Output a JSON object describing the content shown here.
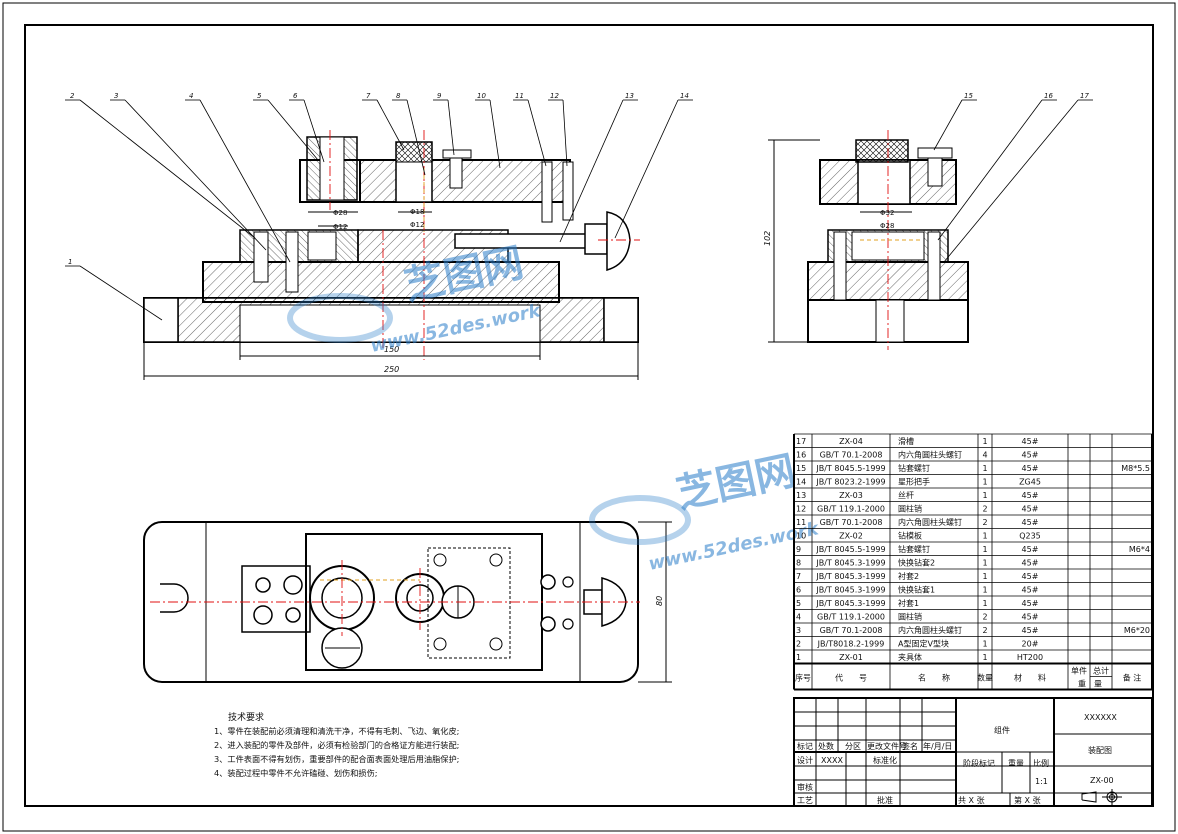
{
  "balloons": {
    "front": [
      "2",
      "3",
      "4",
      "5",
      "6",
      "7",
      "8",
      "9",
      "10",
      "11",
      "12",
      "13",
      "14"
    ],
    "side": [
      "15",
      "16",
      "17"
    ],
    "part1": "1"
  },
  "dims": {
    "d150": "150",
    "d250": "250",
    "d80": "80",
    "d102": "102",
    "dia_a": "Φ28",
    "dia_b": "Φ18",
    "dia_c": "Φ12",
    "dia_d": "Φ32",
    "dia_e": "Φ28",
    "dia_f": "Φ12"
  },
  "watermark": {
    "cn": "芝图网",
    "url": "www.52des.work"
  },
  "tech": {
    "title": "技术要求",
    "lines": [
      "1、零件在装配前必须清理和清洗干净，不得有毛刺、飞边、氧化皮;",
      "2、进入装配的零件及部件，必须有检验部门的合格证方能进行装配;",
      "3、工件表面不得有划伤，重要部件的配合面表面处理后用油脂保护;",
      "4、装配过程中零件不允许磕碰、划伤和损伤;"
    ]
  },
  "bom": {
    "rows": [
      {
        "no": "17",
        "code": "ZX-04",
        "name": "滑槽",
        "qty": "1",
        "mat": "45#",
        "note": ""
      },
      {
        "no": "16",
        "code": "GB/T 70.1-2008",
        "name": "内六角圆柱头螺钉",
        "qty": "4",
        "mat": "45#",
        "note": ""
      },
      {
        "no": "15",
        "code": "JB/T 8045.5-1999",
        "name": "钻套螺钉",
        "qty": "1",
        "mat": "45#",
        "note": "M8*5.5"
      },
      {
        "no": "14",
        "code": "JB/T 8023.2-1999",
        "name": "星形把手",
        "qty": "1",
        "mat": "ZG45",
        "note": ""
      },
      {
        "no": "13",
        "code": "ZX-03",
        "name": "丝杆",
        "qty": "1",
        "mat": "45#",
        "note": ""
      },
      {
        "no": "12",
        "code": "GB/T 119.1-2000",
        "name": "圆柱销",
        "qty": "2",
        "mat": "45#",
        "note": ""
      },
      {
        "no": "11",
        "code": "GB/T 70.1-2008",
        "name": "内六角圆柱头螺钉",
        "qty": "2",
        "mat": "45#",
        "note": ""
      },
      {
        "no": "10",
        "code": "ZX-02",
        "name": "钻模板",
        "qty": "1",
        "mat": "Q235",
        "note": ""
      },
      {
        "no": "9",
        "code": "JB/T 8045.5-1999",
        "name": "钻套螺钉",
        "qty": "1",
        "mat": "45#",
        "note": "M6*4"
      },
      {
        "no": "8",
        "code": "JB/T 8045.3-1999",
        "name": "快换钻套2",
        "qty": "1",
        "mat": "45#",
        "note": ""
      },
      {
        "no": "7",
        "code": "JB/T 8045.3-1999",
        "name": "衬套2",
        "qty": "1",
        "mat": "45#",
        "note": ""
      },
      {
        "no": "6",
        "code": "JB/T 8045.3-1999",
        "name": "快换钻套1",
        "qty": "1",
        "mat": "45#",
        "note": ""
      },
      {
        "no": "5",
        "code": "JB/T 8045.3-1999",
        "name": "衬套1",
        "qty": "1",
        "mat": "45#",
        "note": ""
      },
      {
        "no": "4",
        "code": "GB/T 119.1-2000",
        "name": "圆柱销",
        "qty": "2",
        "mat": "45#",
        "note": ""
      },
      {
        "no": "3",
        "code": "GB/T 70.1-2008",
        "name": "内六角圆柱头螺钉",
        "qty": "2",
        "mat": "45#",
        "note": "M6*20"
      },
      {
        "no": "2",
        "code": "JB/T8018.2-1999",
        "name": "A型固定V型块",
        "qty": "1",
        "mat": "20#",
        "note": ""
      },
      {
        "no": "1",
        "code": "ZX-01",
        "name": "夹具体",
        "qty": "1",
        "mat": "HT200",
        "note": ""
      }
    ],
    "header": {
      "no": "序号",
      "code": "代　　号",
      "name": "名　　称",
      "qty": "数量",
      "mat": "材　　料",
      "unit": "单件",
      "total": "总计",
      "weight": "重　量",
      "note": "备 注"
    }
  },
  "titleblock": {
    "assembly": "组件",
    "code_top": "XXXXXX",
    "drawing_name": "装配图",
    "drawing_no": "ZX-00",
    "mark": "标记",
    "count": "处数",
    "zone": "分区",
    "change_doc": "更改文件号",
    "sign": "签名",
    "date": "年/月/日",
    "design": "设计",
    "designer": "XXXX",
    "std": "标准化",
    "stage": "阶段标记",
    "weight": "重量",
    "scale": "比例",
    "scale_val": "1:1",
    "check": "审核",
    "process": "工艺",
    "approve": "批准",
    "sheets": "共 X 张",
    "sheet": "第 X 张"
  }
}
